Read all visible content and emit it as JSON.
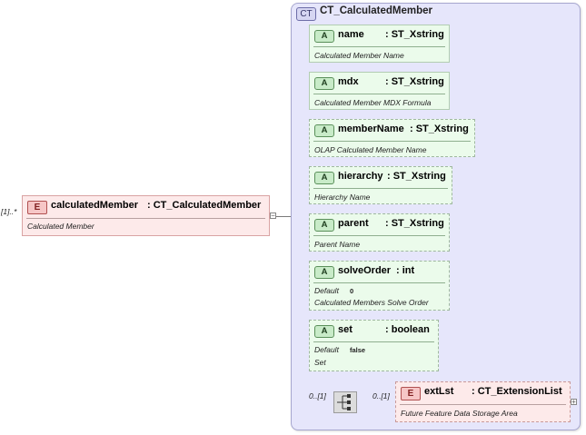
{
  "root": {
    "badge": "E",
    "cardinality": "[1]..*",
    "name": "calculatedMember",
    "type": ": CT_CalculatedMember",
    "description": "Calculated Member"
  },
  "complex_type": {
    "badge": "CT",
    "title": "CT_CalculatedMember"
  },
  "attributes": [
    {
      "badge": "A",
      "name": "name",
      "type": ": ST_Xstring",
      "description": "Calculated Member Name"
    },
    {
      "badge": "A",
      "name": "mdx",
      "type": ": ST_Xstring",
      "description": "Calculated Member MDX Formula"
    },
    {
      "badge": "A",
      "name": "memberName",
      "type": ": ST_Xstring",
      "description": "OLAP Calculated Member Name"
    },
    {
      "badge": "A",
      "name": "hierarchy",
      "type": ": ST_Xstring",
      "description": "Hierarchy Name"
    },
    {
      "badge": "A",
      "name": "parent",
      "type": ": ST_Xstring",
      "description": "Parent Name"
    },
    {
      "badge": "A",
      "name": "solveOrder",
      "type": ": int",
      "default_label": "Default",
      "default_value": "0",
      "description": "Calculated Members Solve Order"
    },
    {
      "badge": "A",
      "name": "set",
      "type": ": boolean",
      "default_label": "Default",
      "default_value": "false",
      "description": "Set"
    }
  ],
  "sequence": {
    "cardinality": "0..[1]",
    "icon": "sequence-icon"
  },
  "child_element": {
    "badge": "E",
    "cardinality": "0..[1]",
    "name": "extLst",
    "type": ": CT_ExtensionList",
    "description": "Future Feature Data Storage Area"
  },
  "colors": {
    "attribute_fill": "#ebfbeb",
    "element_fill": "#fdeaea",
    "complex_type_fill": "#e6e6fb"
  }
}
